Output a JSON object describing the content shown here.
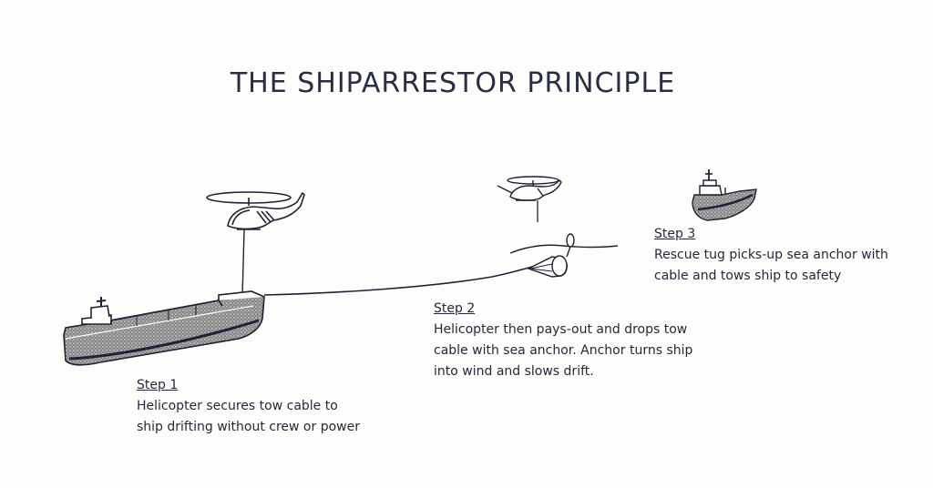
{
  "title": "THE SHIPARRESTOR PRINCIPLE",
  "steps": [
    {
      "heading": "Step 1",
      "lines": [
        "Helicopter secures tow cable to",
        "ship drifting without crew or power"
      ]
    },
    {
      "heading": "Step 2",
      "lines": [
        "Helicopter then pays-out and drops tow",
        "cable with sea anchor. Anchor turns ship",
        "into wind and slows drift."
      ]
    },
    {
      "heading": "Step 3",
      "lines": [
        "Rescue tug picks-up sea anchor with",
        "cable and tows ship to safety"
      ]
    }
  ],
  "colors": {
    "ink": "#1f2233",
    "background": "#fdfdfb"
  },
  "icons": [
    "helicopter-icon",
    "tanker-ship-icon",
    "sea-anchor-icon",
    "marker-buoy-icon",
    "rescue-tug-icon"
  ]
}
